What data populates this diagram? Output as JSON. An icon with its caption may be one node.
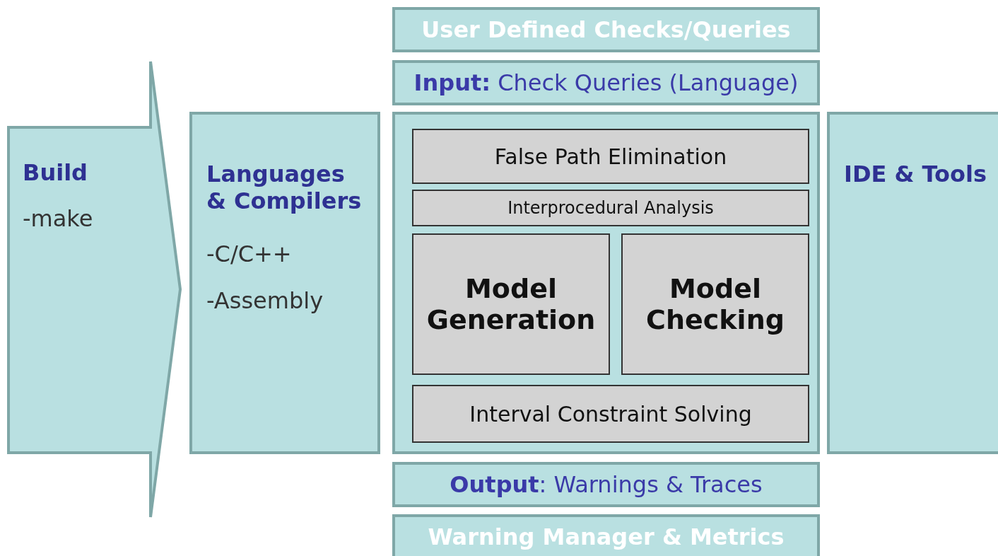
{
  "diagram": {
    "nodes": [
      {
        "text": [
          "Build",
          "-make"
        ]
      },
      {
        "text": [
          "Languages & Compilers",
          "-C/C++",
          "-Assembly"
        ]
      },
      {
        "text": [
          "User Defined Checks/Queries"
        ]
      },
      {
        "text": [
          "**Input:** Check Queries (Language)"
        ]
      },
      {
        "text": [],
        "shape": "box"
      },
      {
        "text": [
          "False Path Elimination"
        ],
        "in": 4
      },
      {
        "text": [
          "Interprocedural Analysis"
        ],
        "in": 4
      },
      {
        "text": [
          "Model Generation"
        ],
        "in": 4
      },
      {
        "text": [
          "Model Checking"
        ],
        "in": 4
      },
      {
        "text": [
          "Interval Constraint Solving"
        ],
        "in": 4
      },
      {
        "text": [
          "**Output**: Warnings & Traces"
        ]
      },
      {
        "text": [
          "Warning Manager & Metrics"
        ]
      },
      {
        "text": [
          "IDE & Tools"
        ]
      }
    ]
  }
}
